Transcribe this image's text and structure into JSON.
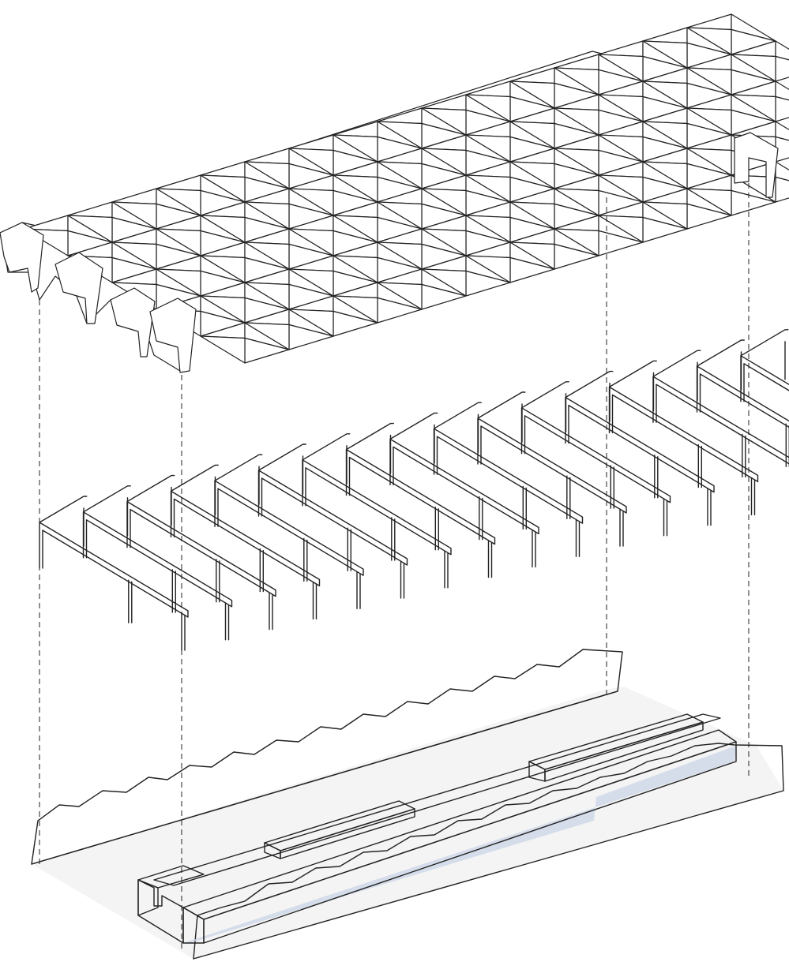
{
  "diagram": {
    "colors": {
      "line": "#222222",
      "ground": "#f4f4f4",
      "wall": "#f3f4f1",
      "block_top": "#b2c5e0",
      "block_side": "#a3b8d8",
      "block_shadow": "#cbd6e8",
      "background": "#ffffff"
    },
    "components": [
      "folded-roof-canopy",
      "portal-frames",
      "ground-plinth-with-platforms"
    ],
    "portal_frame_count": 17
  }
}
